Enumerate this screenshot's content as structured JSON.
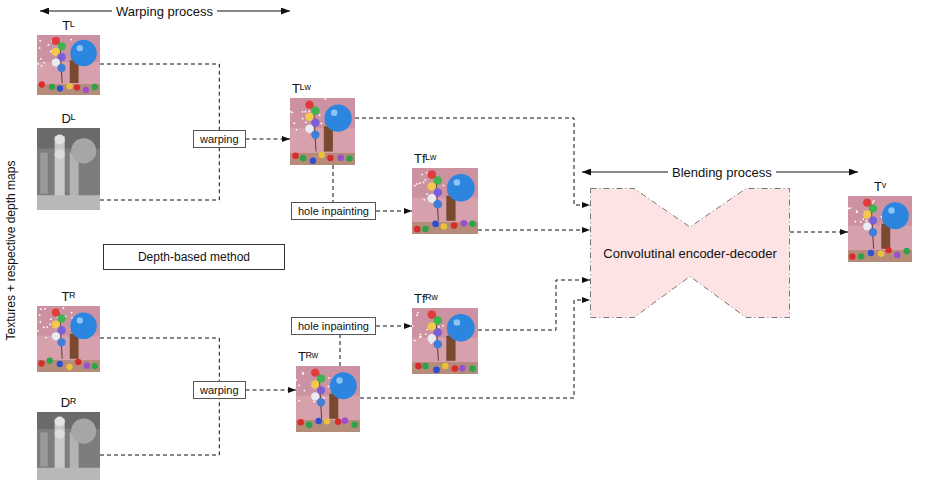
{
  "diagram": {
    "nodes": [
      {
        "text": [
          "Tᴸ"
        ]
      },
      {
        "text": [
          "Dᴸ"
        ]
      },
      {
        "text": [
          "warping"
        ]
      },
      {
        "text": [
          "Tᴸʷ"
        ]
      },
      {
        "text": [
          "hole inpainting"
        ]
      },
      {
        "text": [
          "Tfᴸʷ"
        ]
      },
      {
        "text": [
          "Depth-based method"
        ]
      },
      {
        "text": [
          "Tᴿ"
        ]
      },
      {
        "text": [
          "Dᴿ"
        ]
      },
      {
        "text": [
          "warping"
        ]
      },
      {
        "text": [
          "hole inpainting"
        ]
      },
      {
        "text": [
          "Tfᴿʷ"
        ]
      },
      {
        "text": [
          "Tᴿʷ"
        ]
      },
      {
        "text": [
          "Convolutinal encoder-decoder"
        ]
      },
      {
        "text": [
          "Tᵛ"
        ]
      }
    ],
    "edges": [
      {
        "from": 0,
        "to": 2,
        "arrow": "none"
      },
      {
        "from": 1,
        "to": 2,
        "arrow": "none"
      },
      {
        "from": 2,
        "to": 3,
        "arrow": "to"
      },
      {
        "from": 3,
        "to": 4,
        "arrow": "none"
      },
      {
        "from": 4,
        "to": 5,
        "arrow": "to"
      },
      {
        "from": 3,
        "to": 13,
        "arrow": "to"
      },
      {
        "from": 5,
        "to": 13,
        "arrow": "to"
      },
      {
        "from": 7,
        "to": 9,
        "arrow": "none"
      },
      {
        "from": 8,
        "to": 9,
        "arrow": "none"
      },
      {
        "from": 9,
        "to": 12,
        "arrow": "to"
      },
      {
        "from": 12,
        "to": 10,
        "arrow": "none"
      },
      {
        "from": 10,
        "to": 11,
        "arrow": "to"
      },
      {
        "from": 11,
        "to": 13,
        "arrow": "to"
      },
      {
        "from": 12,
        "to": 13,
        "arrow": "to"
      },
      {
        "from": 13,
        "to": 14,
        "arrow": "to"
      }
    ],
    "labels": [
      "Warping process",
      "Textures + respective depth maps",
      "Blending process"
    ]
  }
}
